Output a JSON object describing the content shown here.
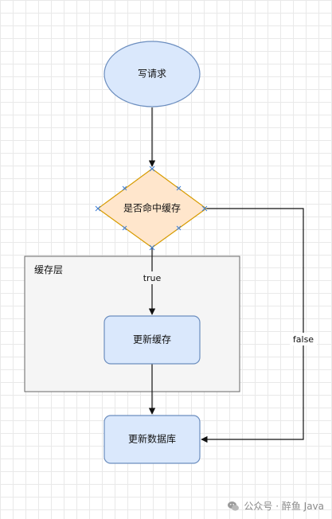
{
  "diagram": {
    "nodes": {
      "start": "写请求",
      "decision": "是否命中缓存",
      "update_cache": "更新缓存",
      "update_db": "更新数据库"
    },
    "container": {
      "label": "缓存层"
    },
    "edges": {
      "true_label": "true",
      "false_label": "false"
    }
  },
  "footer": {
    "text": "公众号 · 醉鱼 Java",
    "icon": "wechat-icon"
  },
  "colors": {
    "blue_fill": "#dae8fc",
    "blue_stroke": "#6c8ebf",
    "orange_fill": "#ffe6cc",
    "orange_stroke": "#d79b00",
    "container_fill": "#f5f5f5",
    "container_stroke": "#666666"
  }
}
